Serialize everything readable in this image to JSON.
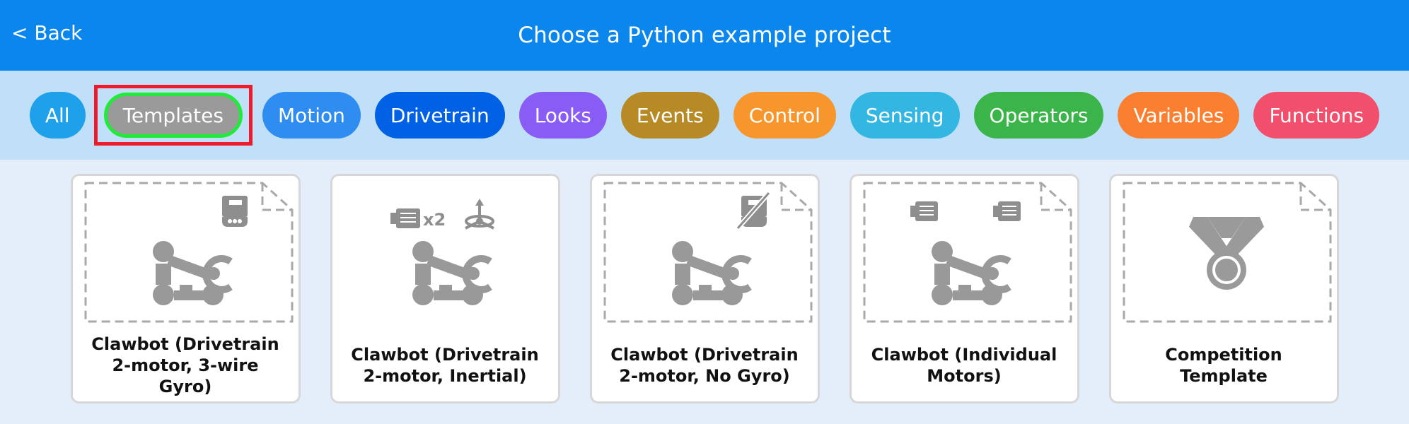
{
  "header": {
    "back_label": "< Back",
    "title": "Choose a Python example project"
  },
  "categories": [
    {
      "label": "All",
      "color": "#1ea0ea"
    },
    {
      "label": "Templates",
      "color": "#9a9a9a",
      "selected": true
    },
    {
      "label": "Motion",
      "color": "#2f8cf0"
    },
    {
      "label": "Drivetrain",
      "color": "#0161e5"
    },
    {
      "label": "Looks",
      "color": "#8a5cf6"
    },
    {
      "label": "Events",
      "color": "#b78a26"
    },
    {
      "label": "Control",
      "color": "#f7962c"
    },
    {
      "label": "Sensing",
      "color": "#34b6e3"
    },
    {
      "label": "Operators",
      "color": "#3bb54a"
    },
    {
      "label": "Variables",
      "color": "#fb7f30"
    },
    {
      "label": "Functions",
      "color": "#f24f6d"
    }
  ],
  "projects": [
    {
      "name": "Clawbot (Drivetrain 2-motor, 3-wire Gyro)",
      "icons": [
        "gyro-3wire-icon",
        "clawbot-icon"
      ]
    },
    {
      "name": "Clawbot (Drivetrain 2-motor, Inertial)",
      "icons": [
        "motor-x2-icon",
        "inertial-sensor-icon",
        "clawbot-icon"
      ],
      "multiplier": "x2"
    },
    {
      "name": "Clawbot (Drivetrain 2-motor, No Gyro)",
      "icons": [
        "no-gyro-icon",
        "clawbot-icon"
      ]
    },
    {
      "name": "Clawbot (Individual Motors)",
      "icons": [
        "motor-icon",
        "motor-icon",
        "clawbot-icon"
      ]
    },
    {
      "name": "Competition Template",
      "icons": [
        "medal-icon"
      ]
    }
  ]
}
